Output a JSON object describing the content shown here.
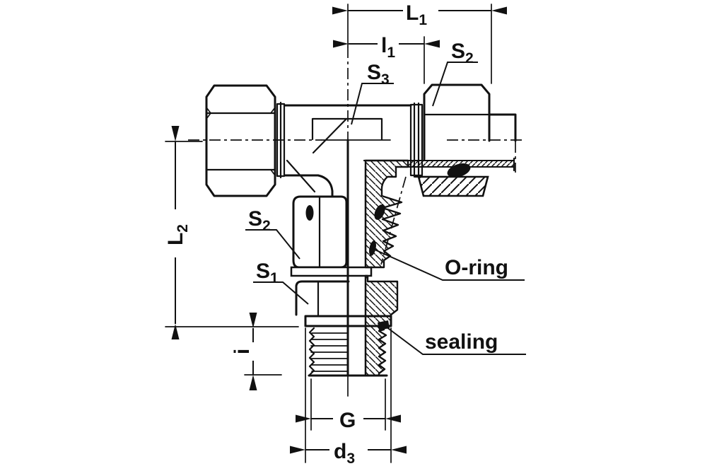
{
  "diagram": {
    "kind": "engineering cross-section drawing",
    "subject": "swivel run tee fitting with O-ring and sealing ring",
    "colors": {
      "ink": "#111111",
      "background": "#ffffff"
    },
    "labels": {
      "L1": {
        "main": "L",
        "sub": "1"
      },
      "l1": {
        "main": "l",
        "sub": "1"
      },
      "L2": {
        "main": "L",
        "sub": "2"
      },
      "i": {
        "main": "i",
        "sub": ""
      },
      "G": {
        "main": "G",
        "sub": ""
      },
      "d3": {
        "main": "d",
        "sub": "3"
      },
      "S3": {
        "main": "S",
        "sub": "3"
      },
      "S2_top": {
        "main": "S",
        "sub": "2"
      },
      "S2_side": {
        "main": "S",
        "sub": "2"
      },
      "S1": {
        "main": "S",
        "sub": "1"
      },
      "o_ring": "O-ring",
      "sealing": "sealing"
    }
  }
}
